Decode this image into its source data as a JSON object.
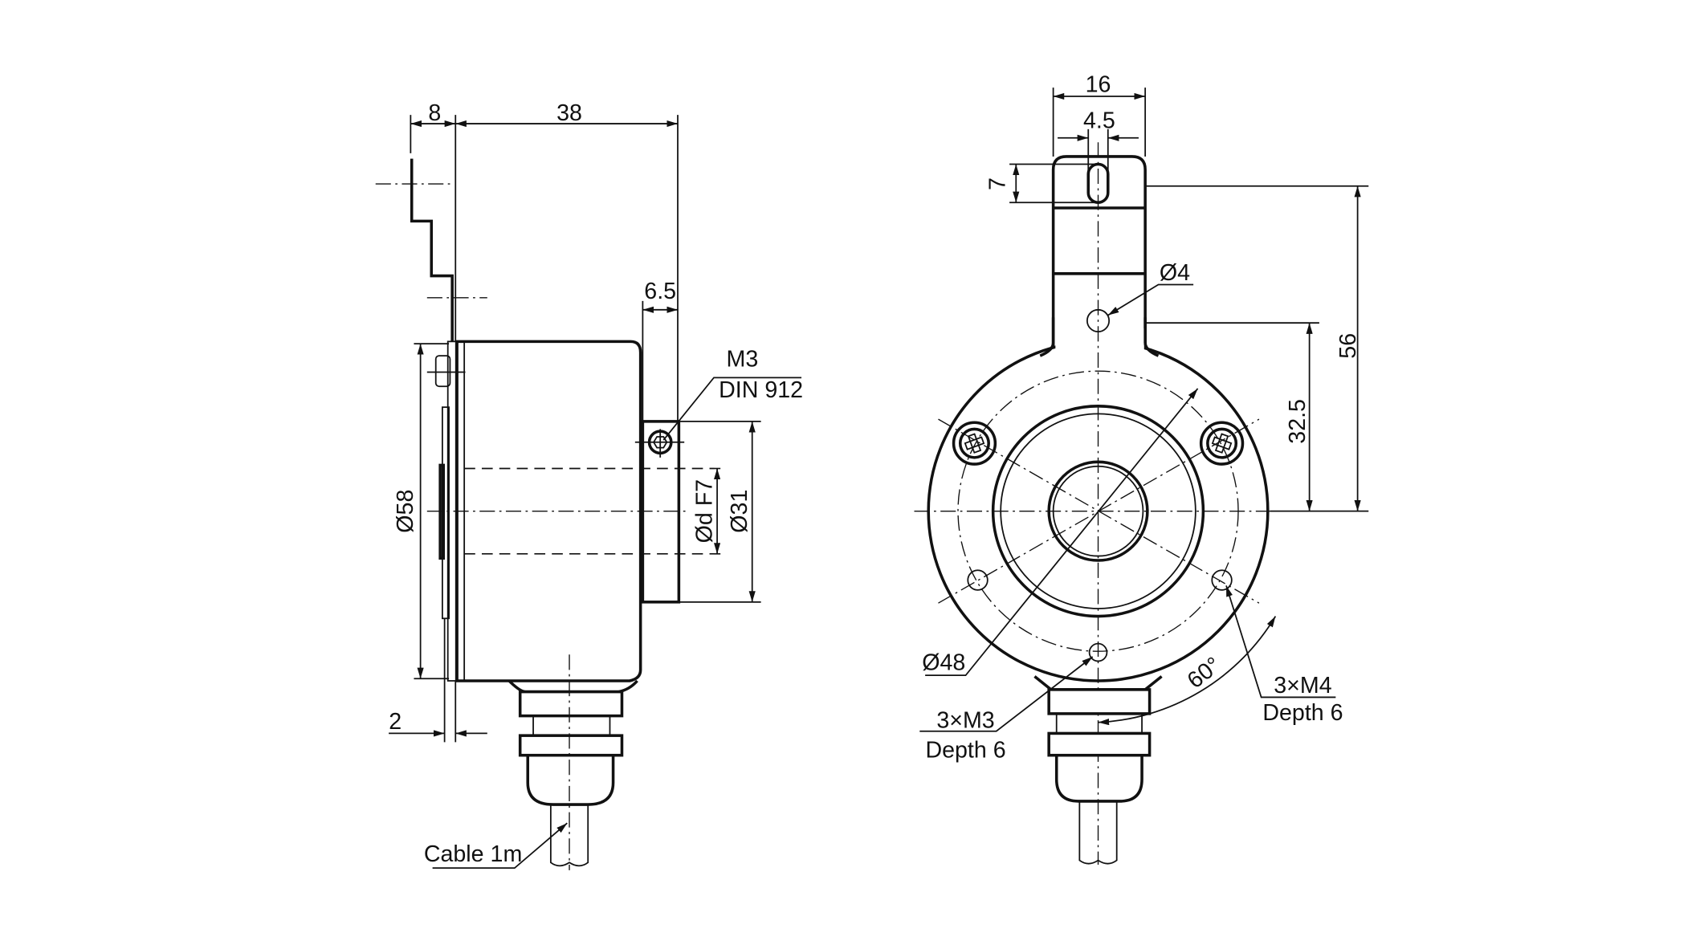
{
  "drawing": {
    "side_view": {
      "dim_bracket_offset": "8",
      "dim_body_length": "38",
      "dim_clamp_width": "6.5",
      "clamp_screw_label": "M3",
      "clamp_screw_standard": "DIN 912",
      "dim_shaft_bore": "Ød F7",
      "dim_clamp_diameter": "Ø31",
      "dim_body_diameter": "Ø58",
      "dim_flange_thickness": "2",
      "cable_label": "Cable 1m"
    },
    "front_view": {
      "dim_tab_width": "16",
      "dim_slot_width": "4.5",
      "dim_slot_height": "7",
      "dim_hole_diameter": "Ø4",
      "dim_slot_to_center": "56",
      "dim_hole_to_center": "32.5",
      "dim_bolt_circle": "Ø48",
      "m3_thread_label": "3×M3",
      "m3_depth_label": "Depth 6",
      "m4_thread_label": "3×M4",
      "m4_depth_label": "Depth 6",
      "angle_label": "60°"
    }
  }
}
